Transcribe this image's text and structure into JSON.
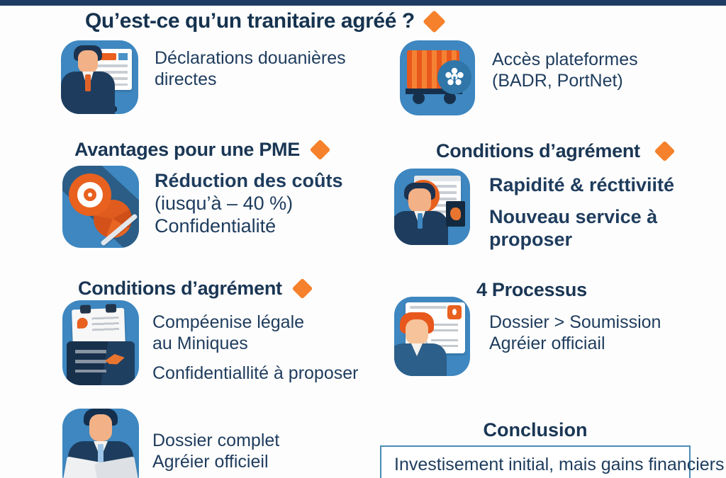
{
  "colors": {
    "topbar_navy": "#1e3c63",
    "text_navy": "#1e3c5d",
    "accent_orange": "#f5812c",
    "icon_tile_blue": "#3e87c0",
    "truck_orange": "#e8571c",
    "conclusion_border_blue": "#4a8cb5",
    "background": "#fdfdfd"
  },
  "title": {
    "text": "Qu’est-ce qu’un tranitaire agréé ?",
    "icon": "orange-diamond-icon"
  },
  "items": {
    "declarations": {
      "icon": "person-presentation-icon",
      "lines": [
        "Déclarations douanières",
        "directes"
      ]
    },
    "acces": {
      "icon": "cargo-truck-icon",
      "lines": [
        "Accès plateformes",
        "(BADR, PortNet)"
      ]
    },
    "reduction": {
      "icon": "cost-reduction-gears-icon",
      "line_bold": "Réduction des coûts",
      "line2": "(iusqu’à – 40 %)",
      "line3": "Confidentialité"
    },
    "rapidite": {
      "icon": "person-document-badge-icon",
      "line1": "Rapidité & récttivii té",
      "line1_fixed": "Rapidité & récttiviité",
      "line2": "Nouveau service à",
      "line3": "proposer"
    },
    "competence": {
      "icon": "clipboard-folder-icon",
      "line1": "Compéenise légale",
      "line2": "au Miniques",
      "line3": "Confidentiallité à proposer"
    },
    "dossier_soumission": {
      "icon": "person-checklist-icon",
      "lines": [
        "Dossier > Soumission",
        "Agréier officiail"
      ]
    },
    "dossier_complet": {
      "icon": "person-reading-icon",
      "lines": [
        "Dossier complet",
        "Agréier officieil"
      ]
    }
  },
  "headers": {
    "avantages": {
      "text": "Avantages pour une PME",
      "icon": "orange-diamond-icon"
    },
    "conditions_right": {
      "text": "Conditions d’agrément",
      "icon": "orange-diamond-icon"
    },
    "conditions_left": {
      "text": "Conditions d’agrément",
      "icon": "orange-diamond-icon"
    },
    "processus": {
      "text": "4 Processus"
    }
  },
  "conclusion": {
    "title": "Conclusion",
    "box_text": "Investisement initial, mais gains financiers"
  }
}
